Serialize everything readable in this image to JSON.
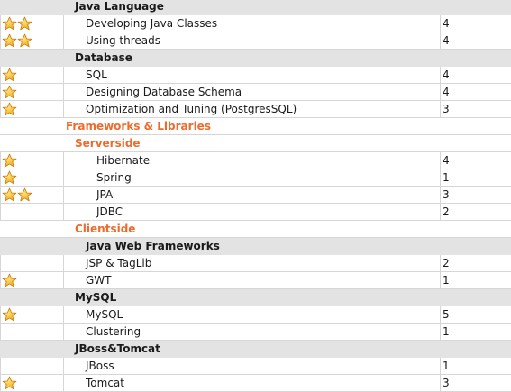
{
  "rows": [
    {
      "type": "header",
      "style": "gray",
      "indent": 1,
      "label": "Java Language"
    },
    {
      "type": "item",
      "indent": 2,
      "stars": 2,
      "label": "Developing Java Classes",
      "level": "4"
    },
    {
      "type": "item",
      "indent": 2,
      "stars": 2,
      "label": "Using threads",
      "level": "4"
    },
    {
      "type": "header",
      "style": "gray",
      "indent": 1,
      "label": "Database"
    },
    {
      "type": "item",
      "indent": 2,
      "stars": 1,
      "label": "SQL",
      "level": "4"
    },
    {
      "type": "item",
      "indent": 2,
      "stars": 1,
      "label": "Designing Database Schema",
      "level": "4"
    },
    {
      "type": "item",
      "indent": 2,
      "stars": 1,
      "label": "Optimization and Tuning  (PostgresSQL)",
      "level": "3"
    },
    {
      "type": "header",
      "style": "orange",
      "indent": 0,
      "label": "Frameworks & Libraries"
    },
    {
      "type": "header",
      "style": "orange",
      "indent": 1,
      "label": "Serverside"
    },
    {
      "type": "item",
      "indent": 3,
      "stars": 1,
      "label": "Hibernate",
      "level": "4"
    },
    {
      "type": "item",
      "indent": 3,
      "stars": 1,
      "label": "Spring",
      "level": "1"
    },
    {
      "type": "item",
      "indent": 3,
      "stars": 2,
      "label": "JPA",
      "level": "3"
    },
    {
      "type": "item",
      "indent": 3,
      "stars": 0,
      "label": "JDBC",
      "level": "2"
    },
    {
      "type": "header",
      "style": "orange",
      "indent": 1,
      "label": "Clientside"
    },
    {
      "type": "header",
      "style": "gray",
      "indent": 2,
      "label": "Java Web Frameworks"
    },
    {
      "type": "item",
      "indent": 2,
      "stars": 0,
      "label": "JSP & TagLib",
      "level": "2"
    },
    {
      "type": "item",
      "indent": 2,
      "stars": 1,
      "label": "GWT",
      "level": "1"
    },
    {
      "type": "header",
      "style": "gray",
      "indent": 1,
      "label": "MySQL"
    },
    {
      "type": "item",
      "indent": 2,
      "stars": 1,
      "label": "MySQL",
      "level": "5"
    },
    {
      "type": "item",
      "indent": 2,
      "stars": 0,
      "label": "Clustering",
      "level": "1"
    },
    {
      "type": "header",
      "style": "gray",
      "indent": 1,
      "label": "JBoss&Tomcat"
    },
    {
      "type": "item",
      "indent": 2,
      "stars": 0,
      "label": "JBoss",
      "level": "1"
    },
    {
      "type": "item",
      "indent": 2,
      "stars": 1,
      "label": "Tomcat",
      "level": "3"
    }
  ],
  "colors": {
    "header_gray": "#e3e3e3",
    "header_orange": "#ee6b2d",
    "grid": "#d6d6d6",
    "star_fill": "#f6a617",
    "star_stroke": "#c27a0a"
  },
  "icons": {
    "rating": "star-icon"
  }
}
